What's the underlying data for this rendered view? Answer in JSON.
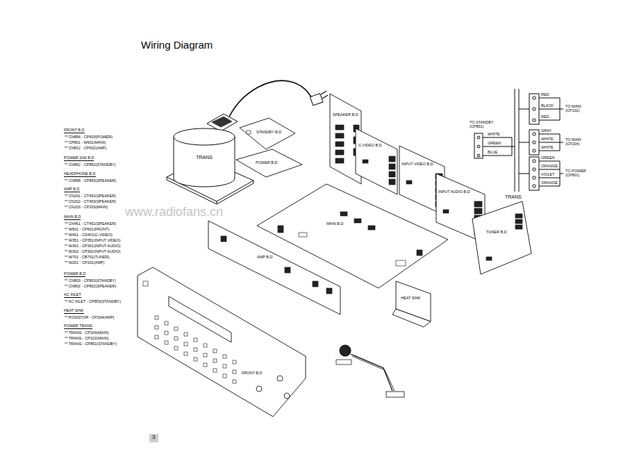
{
  "diagram": {
    "title": "Wiring Diagram",
    "nodes": [
      {
        "text": [
          "TRANS"
        ]
      },
      {
        "text": [
          "STANDBY B,D"
        ]
      },
      {
        "text": [
          "POWER B,D"
        ]
      },
      {
        "text": [
          "SPEAKER B,D"
        ]
      },
      {
        "text": [
          "C-VIDEO B,D"
        ]
      },
      {
        "text": [
          "INPUT VIDEO B,D"
        ]
      },
      {
        "text": [
          "INPUT AUDIO B,D"
        ]
      },
      {
        "text": [
          "TUNER B,D"
        ]
      },
      {
        "text": [
          "MAIN B,D"
        ]
      },
      {
        "text": [
          "AMP B,D"
        ]
      },
      {
        "text": [
          "HEAT SINK"
        ]
      },
      {
        "text": [
          "FRONT B,D"
        ]
      }
    ],
    "labels": [
      "FRONT B,D",
      "** CN856 - CP603(POWER)",
      "** CP801 - W601(MAIN)",
      "** CN812 - CP602(AMP)",
      "POWER S/W B,D",
      "** CN852 - CP852(STANDBY)",
      "HEADPHONE B,D",
      "** CN858 - CP853(SPEAKER)",
      "AMP B,D",
      "** CN201 - CT452(SPEAKER)",
      "** CN202 - CT453(SPEAKER)",
      "** CN203 - CP203(MAIN)",
      "MAIN B,D",
      "** CN451 - CT451(SPEAKER)",
      "** W501 - CP601(FRONT)",
      "** W401 - CD401(C-VIDEO)",
      "** W351 - CP351(INPUT VIDEO)",
      "** W301 - CP301(INPUT AUDIO)",
      "** W302 - CP302(INPUT AUDIO)",
      "** W701 - CB701(TUNER)",
      "** W201 - CP201(AMP)",
      "POWER B,D",
      "** CN803 - CP803(STANDBY)",
      "** CN802 - CP802(SPEAKER)",
      "AC INLET",
      "** AC INLET - CP853(STANDBY)",
      "HEAT SINK",
      "** POSISTOR - CP204(AMP)",
      "POWER TRANS",
      "** TRANS - CP204(MAIN)",
      "** TRANS - CP102(MAIN)",
      "** TRANS - CP851(STANDBY)",
      "TO STANDBY (CP851)",
      "WHITE",
      "GREEN",
      "BLUE",
      "RED",
      "BLACK",
      "RED",
      "TO MAIN (CP102)",
      "GRAY",
      "WHITE",
      "WHITE",
      "TO MAIN (CP204)",
      "GREEN",
      "ORANGE",
      "VIOLET",
      "ORANGE",
      "TO POWER (CP801)",
      "TRANS",
      "www.radiofans.cn",
      "3"
    ]
  }
}
